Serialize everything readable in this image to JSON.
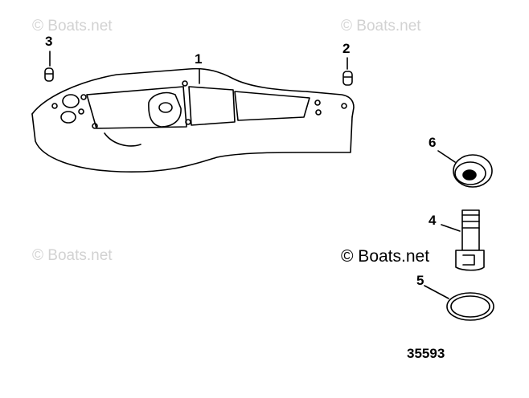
{
  "watermark": {
    "top_left": "© Boats.net",
    "top_right": "© Boats.net",
    "mid_left": "© Boats.net"
  },
  "copyright": "© Boats.net",
  "diagram_number": "35593",
  "callouts": {
    "part_1": "1",
    "part_2": "2",
    "part_3": "3",
    "part_4": "4",
    "part_5": "5",
    "part_6": "6"
  }
}
